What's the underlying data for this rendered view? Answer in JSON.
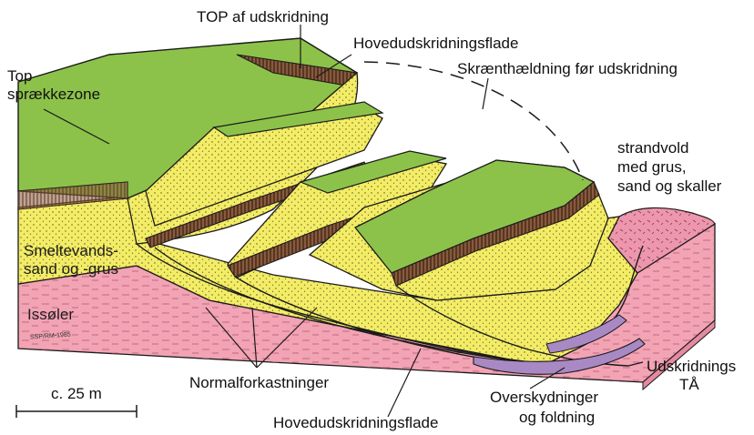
{
  "labels": {
    "top_udskridning": "TOP af udskridning",
    "hovedudskridningsflade_top": "Hovedudskridningsflade",
    "top_sprakkezone_1": "Top",
    "top_sprakkezone_2": "sprækkezone",
    "skraenthaeldning": "Skrænthældning før udskridning",
    "strandvold_1": "strandvold",
    "strandvold_2": "med grus,",
    "strandvold_3": "sand og skaller",
    "smeltevand_1": "Smeltevands-",
    "smeltevand_2": "sand og -grus",
    "issoler": "Issøler",
    "credit": "SSP/RM-1985",
    "udskridnings_1": "Udskridnings",
    "udskridnings_2": "TÅ",
    "normalforkastninger": "Normalforkastninger",
    "overskydninger_1": "Overskydninger",
    "overskydninger_2": "og foldning",
    "hovedudskridningsflade_bottom": "Hovedudskridningsflade",
    "scale": "c. 25 m"
  },
  "colors": {
    "grass": "#8cc24a",
    "sand": "#f3ec66",
    "clay": "#f2a3b4",
    "soil": "#8a5a3c",
    "thrust": "#a889c4",
    "outline": "#1a1a1a"
  }
}
